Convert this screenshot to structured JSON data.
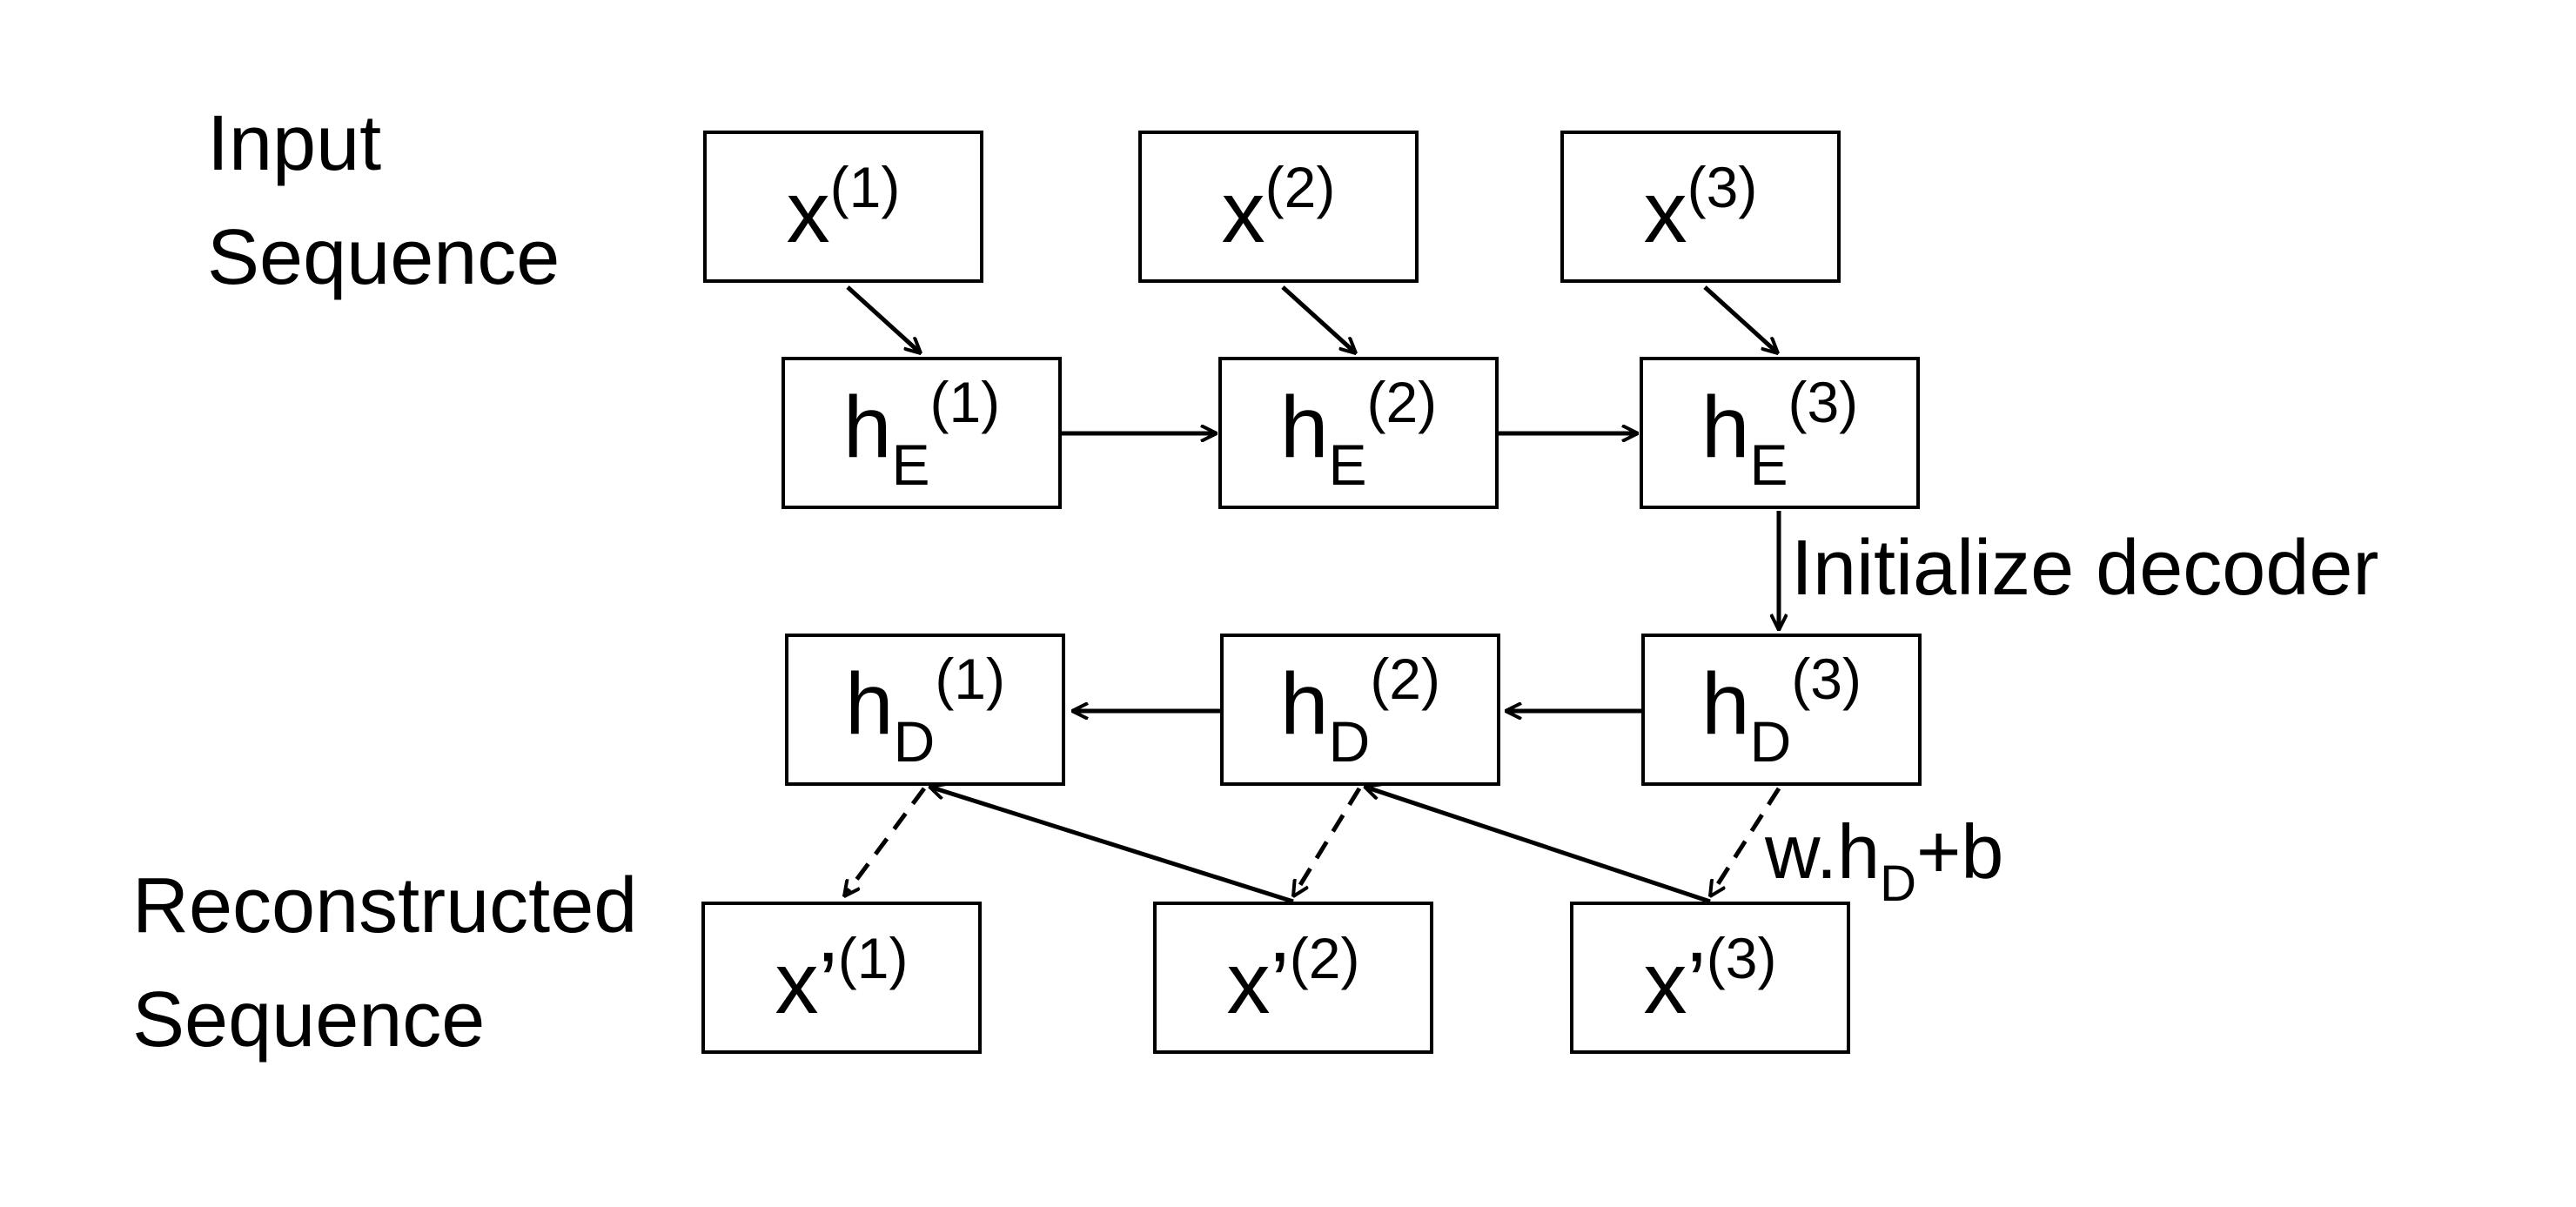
{
  "labels": {
    "input": "Input\nSequence",
    "reconstructed": "Reconstructed\nSequence",
    "initialize": "Initialize decoder"
  },
  "formula": {
    "pre": "w.h",
    "sub": "D",
    "post": "+b"
  },
  "input_nodes": [
    {
      "base": "x",
      "sup": "(1)"
    },
    {
      "base": "x",
      "sup": "(2)"
    },
    {
      "base": "x",
      "sup": "(3)"
    }
  ],
  "encoder_nodes": [
    {
      "base": "h",
      "sub": "E",
      "sup": "(1)"
    },
    {
      "base": "h",
      "sub": "E",
      "sup": "(2)"
    },
    {
      "base": "h",
      "sub": "E",
      "sup": "(3)"
    }
  ],
  "decoder_nodes": [
    {
      "base": "h",
      "sub": "D",
      "sup": "(1)"
    },
    {
      "base": "h",
      "sub": "D",
      "sup": "(2)"
    },
    {
      "base": "h",
      "sub": "D",
      "sup": "(3)"
    }
  ],
  "output_nodes": [
    {
      "base": "x’",
      "sup": "(1)"
    },
    {
      "base": "x’",
      "sup": "(2)"
    },
    {
      "base": "x’",
      "sup": "(3)"
    }
  ]
}
